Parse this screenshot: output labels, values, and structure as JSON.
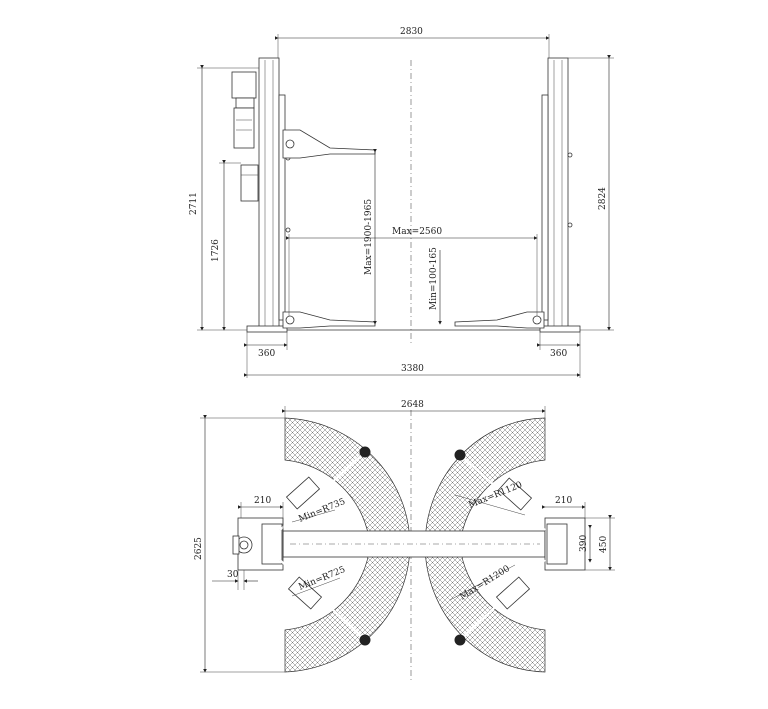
{
  "top_view": {
    "dims": {
      "width_top": "2830",
      "height_left": "2711",
      "height_right": "2824",
      "height_control": "1726",
      "max_width_arms": "Max=2560",
      "max_height": "Max=1900-1965",
      "min_height": "Min=100-165",
      "base_left": "360",
      "base_right": "360",
      "total_width": "3380"
    }
  },
  "plan_view": {
    "dims": {
      "width_top": "2648",
      "depth_left": "2625",
      "offset_left": "210",
      "offset_right": "210",
      "min_r735": "Min=R735",
      "max_r1120": "Max=R1120",
      "min_r725": "Min=R725",
      "max_r1200": "Max=R1200",
      "gap_left": "30",
      "dim_390": "390",
      "dim_450": "450"
    }
  }
}
